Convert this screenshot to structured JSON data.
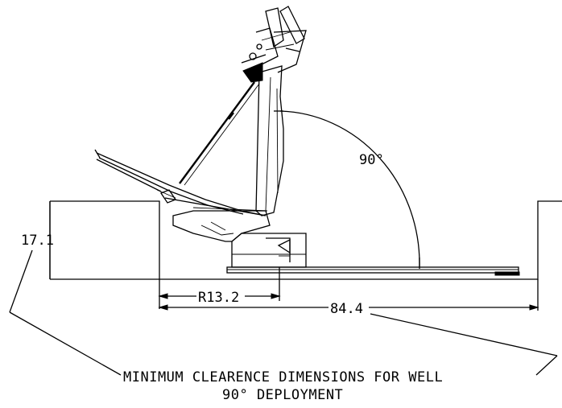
{
  "dimensions": {
    "angle": "90°",
    "height": "17.1",
    "radius": "R13.2",
    "width": "84.4"
  },
  "caption": {
    "line1": "MINIMUM CLEARENCE DIMENSIONS FOR WELL",
    "line2": "90° DEPLOYMENT"
  }
}
